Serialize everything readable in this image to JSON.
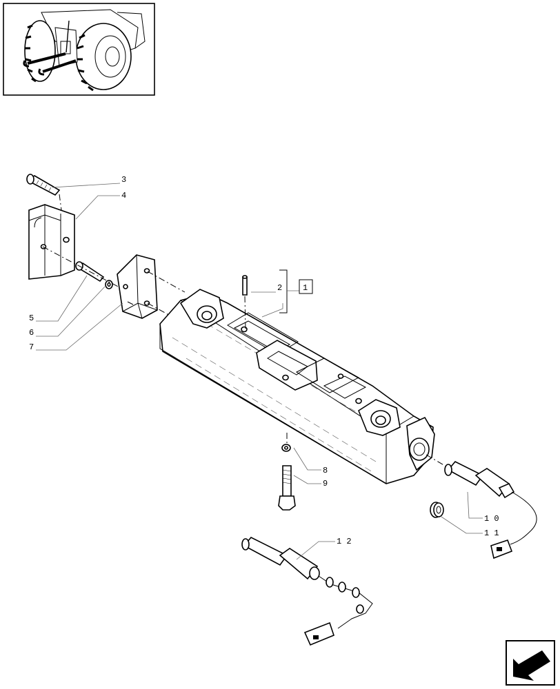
{
  "thumbnail": {
    "subject": "tractor rear view with highlighted 3-point linkage"
  },
  "callouts": {
    "c1": "1",
    "c2": "2",
    "c3": "3",
    "c4": "4",
    "c5": "5",
    "c6": "6",
    "c7": "7",
    "c8": "8",
    "c9": "9",
    "c10": "1 0",
    "c11": "1 1",
    "c12": "1 2"
  },
  "nav": {
    "icon": "previous-page-arrow-icon"
  }
}
